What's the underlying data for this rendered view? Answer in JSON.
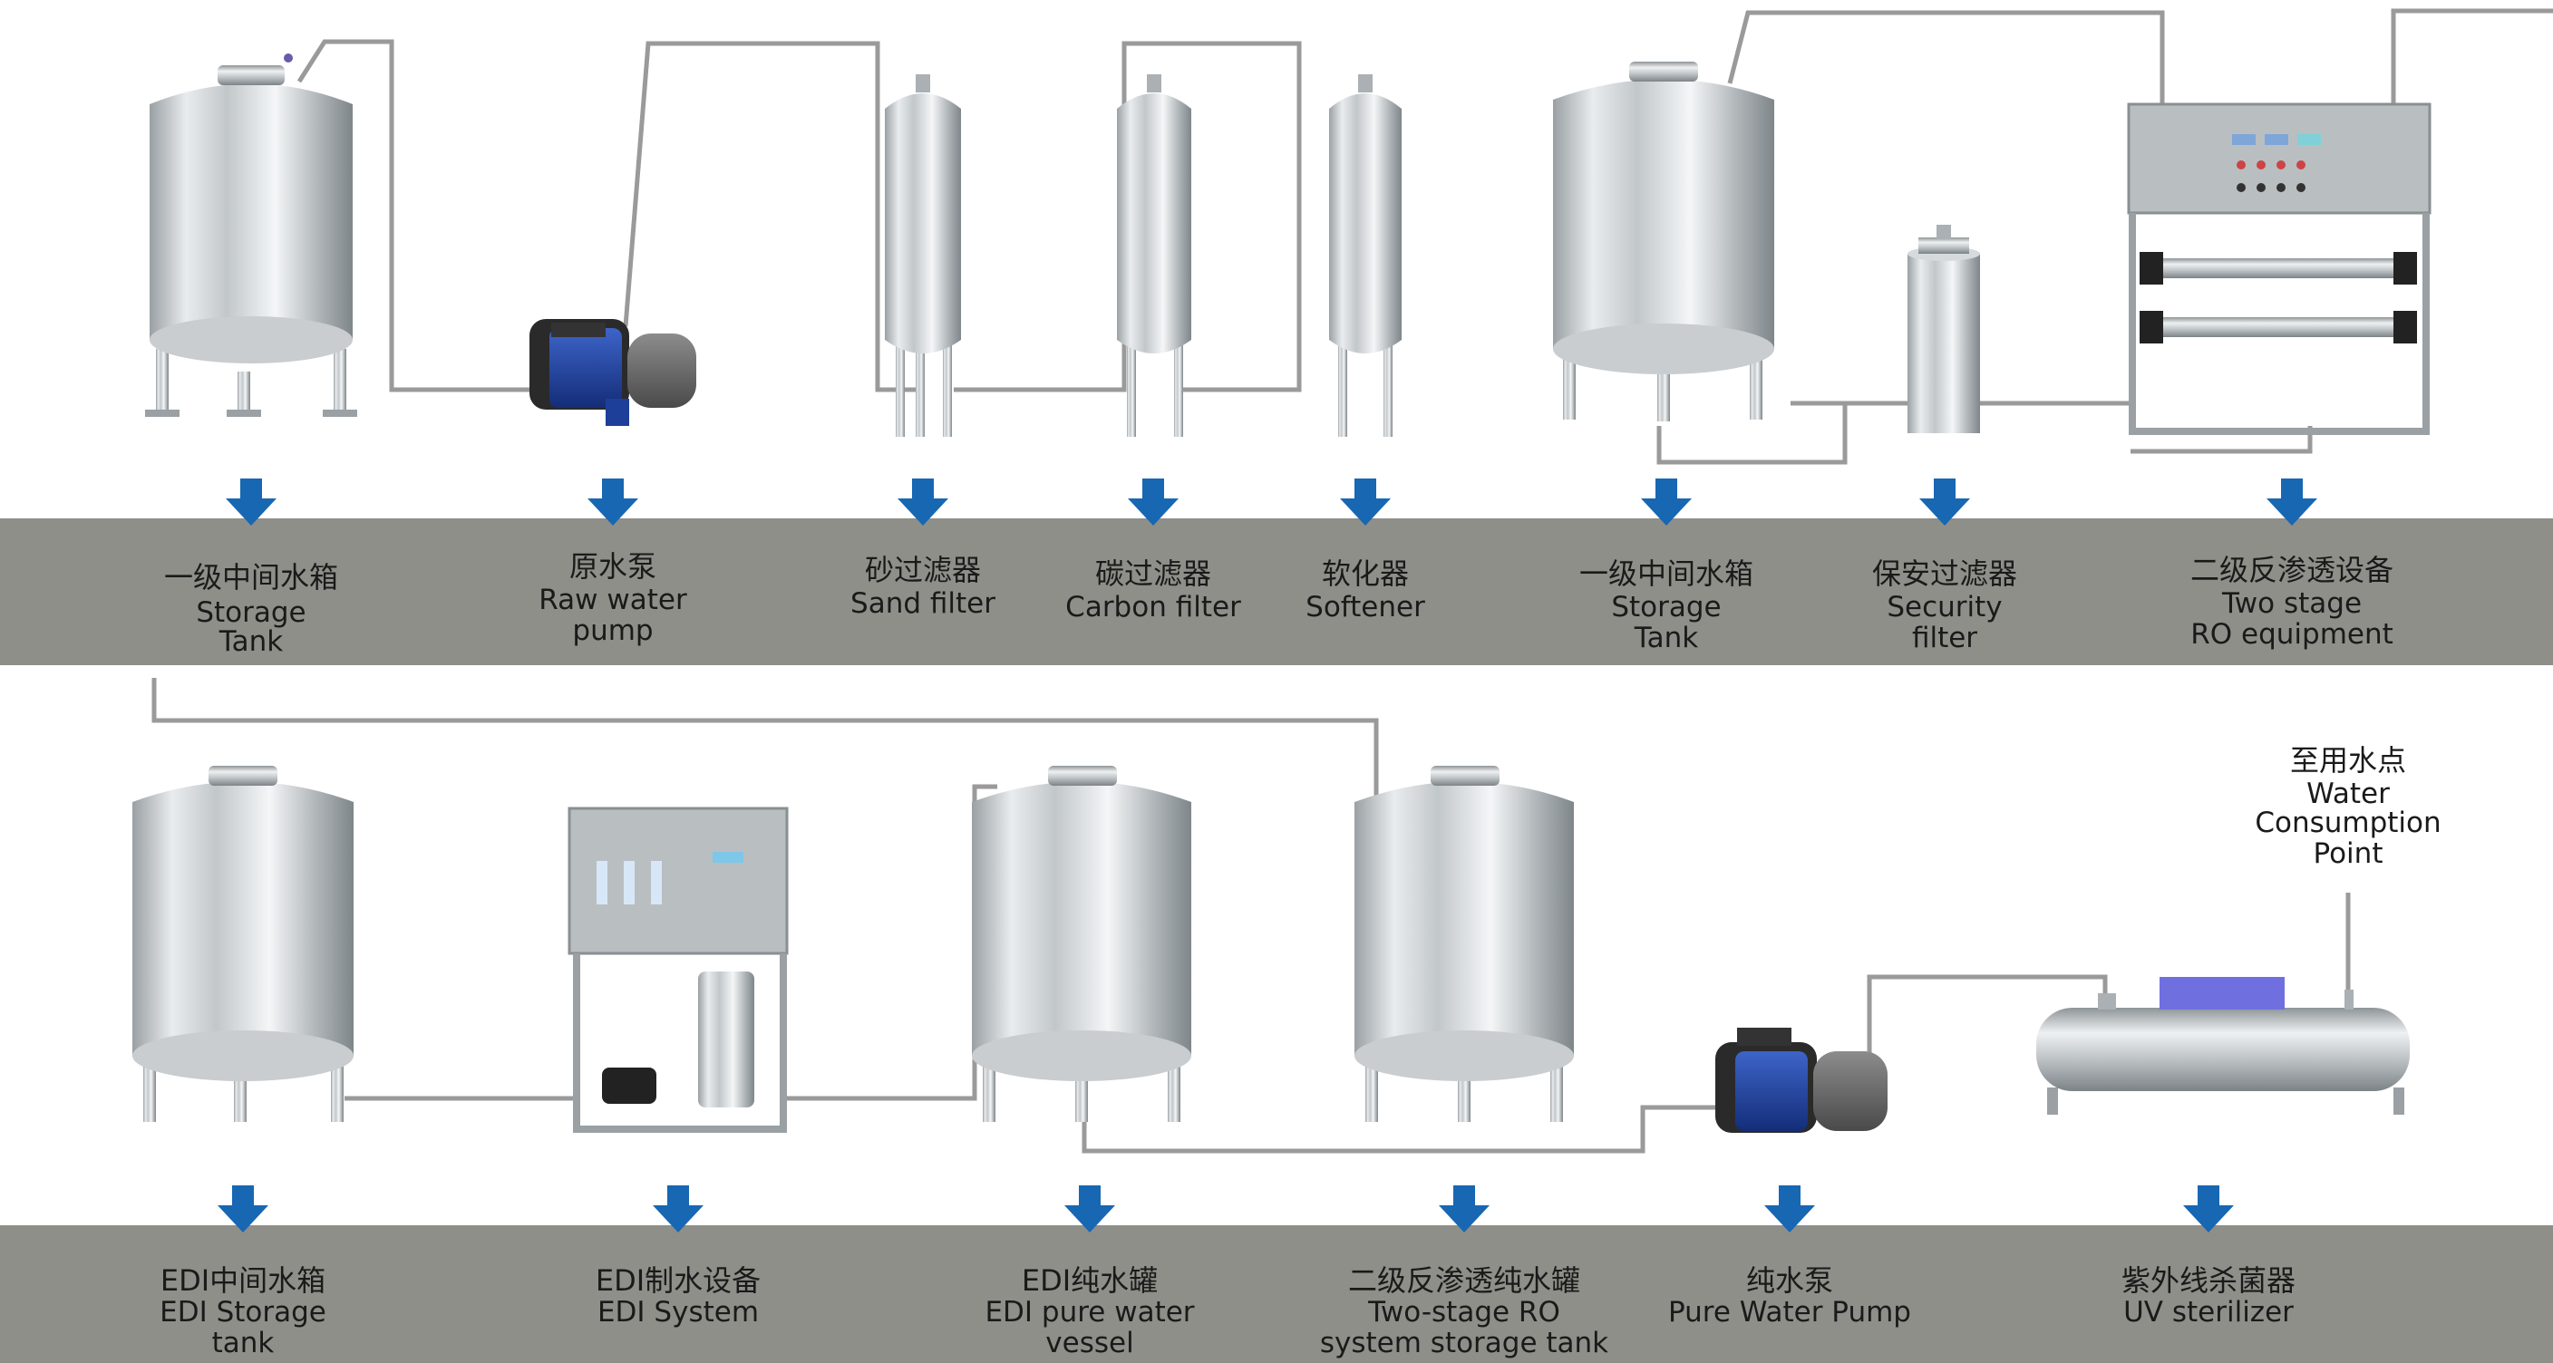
{
  "row1": [
    {
      "zh": "一级中间水箱",
      "en1": "Storage",
      "en2": "Tank"
    },
    {
      "zh": "原水泵",
      "en1": "Raw water",
      "en2": "pump"
    },
    {
      "zh": "砂过滤器",
      "en1": "Sand filter",
      "en2": ""
    },
    {
      "zh": "碳过滤器",
      "en1": "Carbon filter",
      "en2": ""
    },
    {
      "zh": "软化器",
      "en1": "Softener",
      "en2": ""
    },
    {
      "zh": "一级中间水箱",
      "en1": "Storage",
      "en2": "Tank"
    },
    {
      "zh": "保安过滤器",
      "en1": "Security",
      "en2": "filter"
    },
    {
      "zh": "二级反渗透设备",
      "en1": "Two stage",
      "en2": "RO equipment"
    }
  ],
  "row2": [
    {
      "zh": "EDI中间水箱",
      "en1": "EDI Storage",
      "en2": "tank"
    },
    {
      "zh": "EDI制水设备",
      "en1": "EDI System",
      "en2": ""
    },
    {
      "zh": "EDI纯水罐",
      "en1": "EDI pure water",
      "en2": "vessel"
    },
    {
      "zh": "二级反渗透纯水罐",
      "en1": "Two-stage RO",
      "en2": "system storage tank"
    },
    {
      "zh": "纯水泵",
      "en1": "Pure Water Pump",
      "en2": ""
    },
    {
      "zh": "紫外线杀菌器",
      "en1": "UV sterilizer",
      "en2": ""
    }
  ],
  "consumption_point": {
    "zh": "至用水点",
    "en1": "Water",
    "en2": "Consumption",
    "en3": "Point"
  },
  "colors": {
    "band": "#8f8f89",
    "arrow": "#1767b3",
    "pipe": "#9a9a9a",
    "pump_blue": "#1d3f9a",
    "uv_lamp": "#6f6fe0"
  }
}
